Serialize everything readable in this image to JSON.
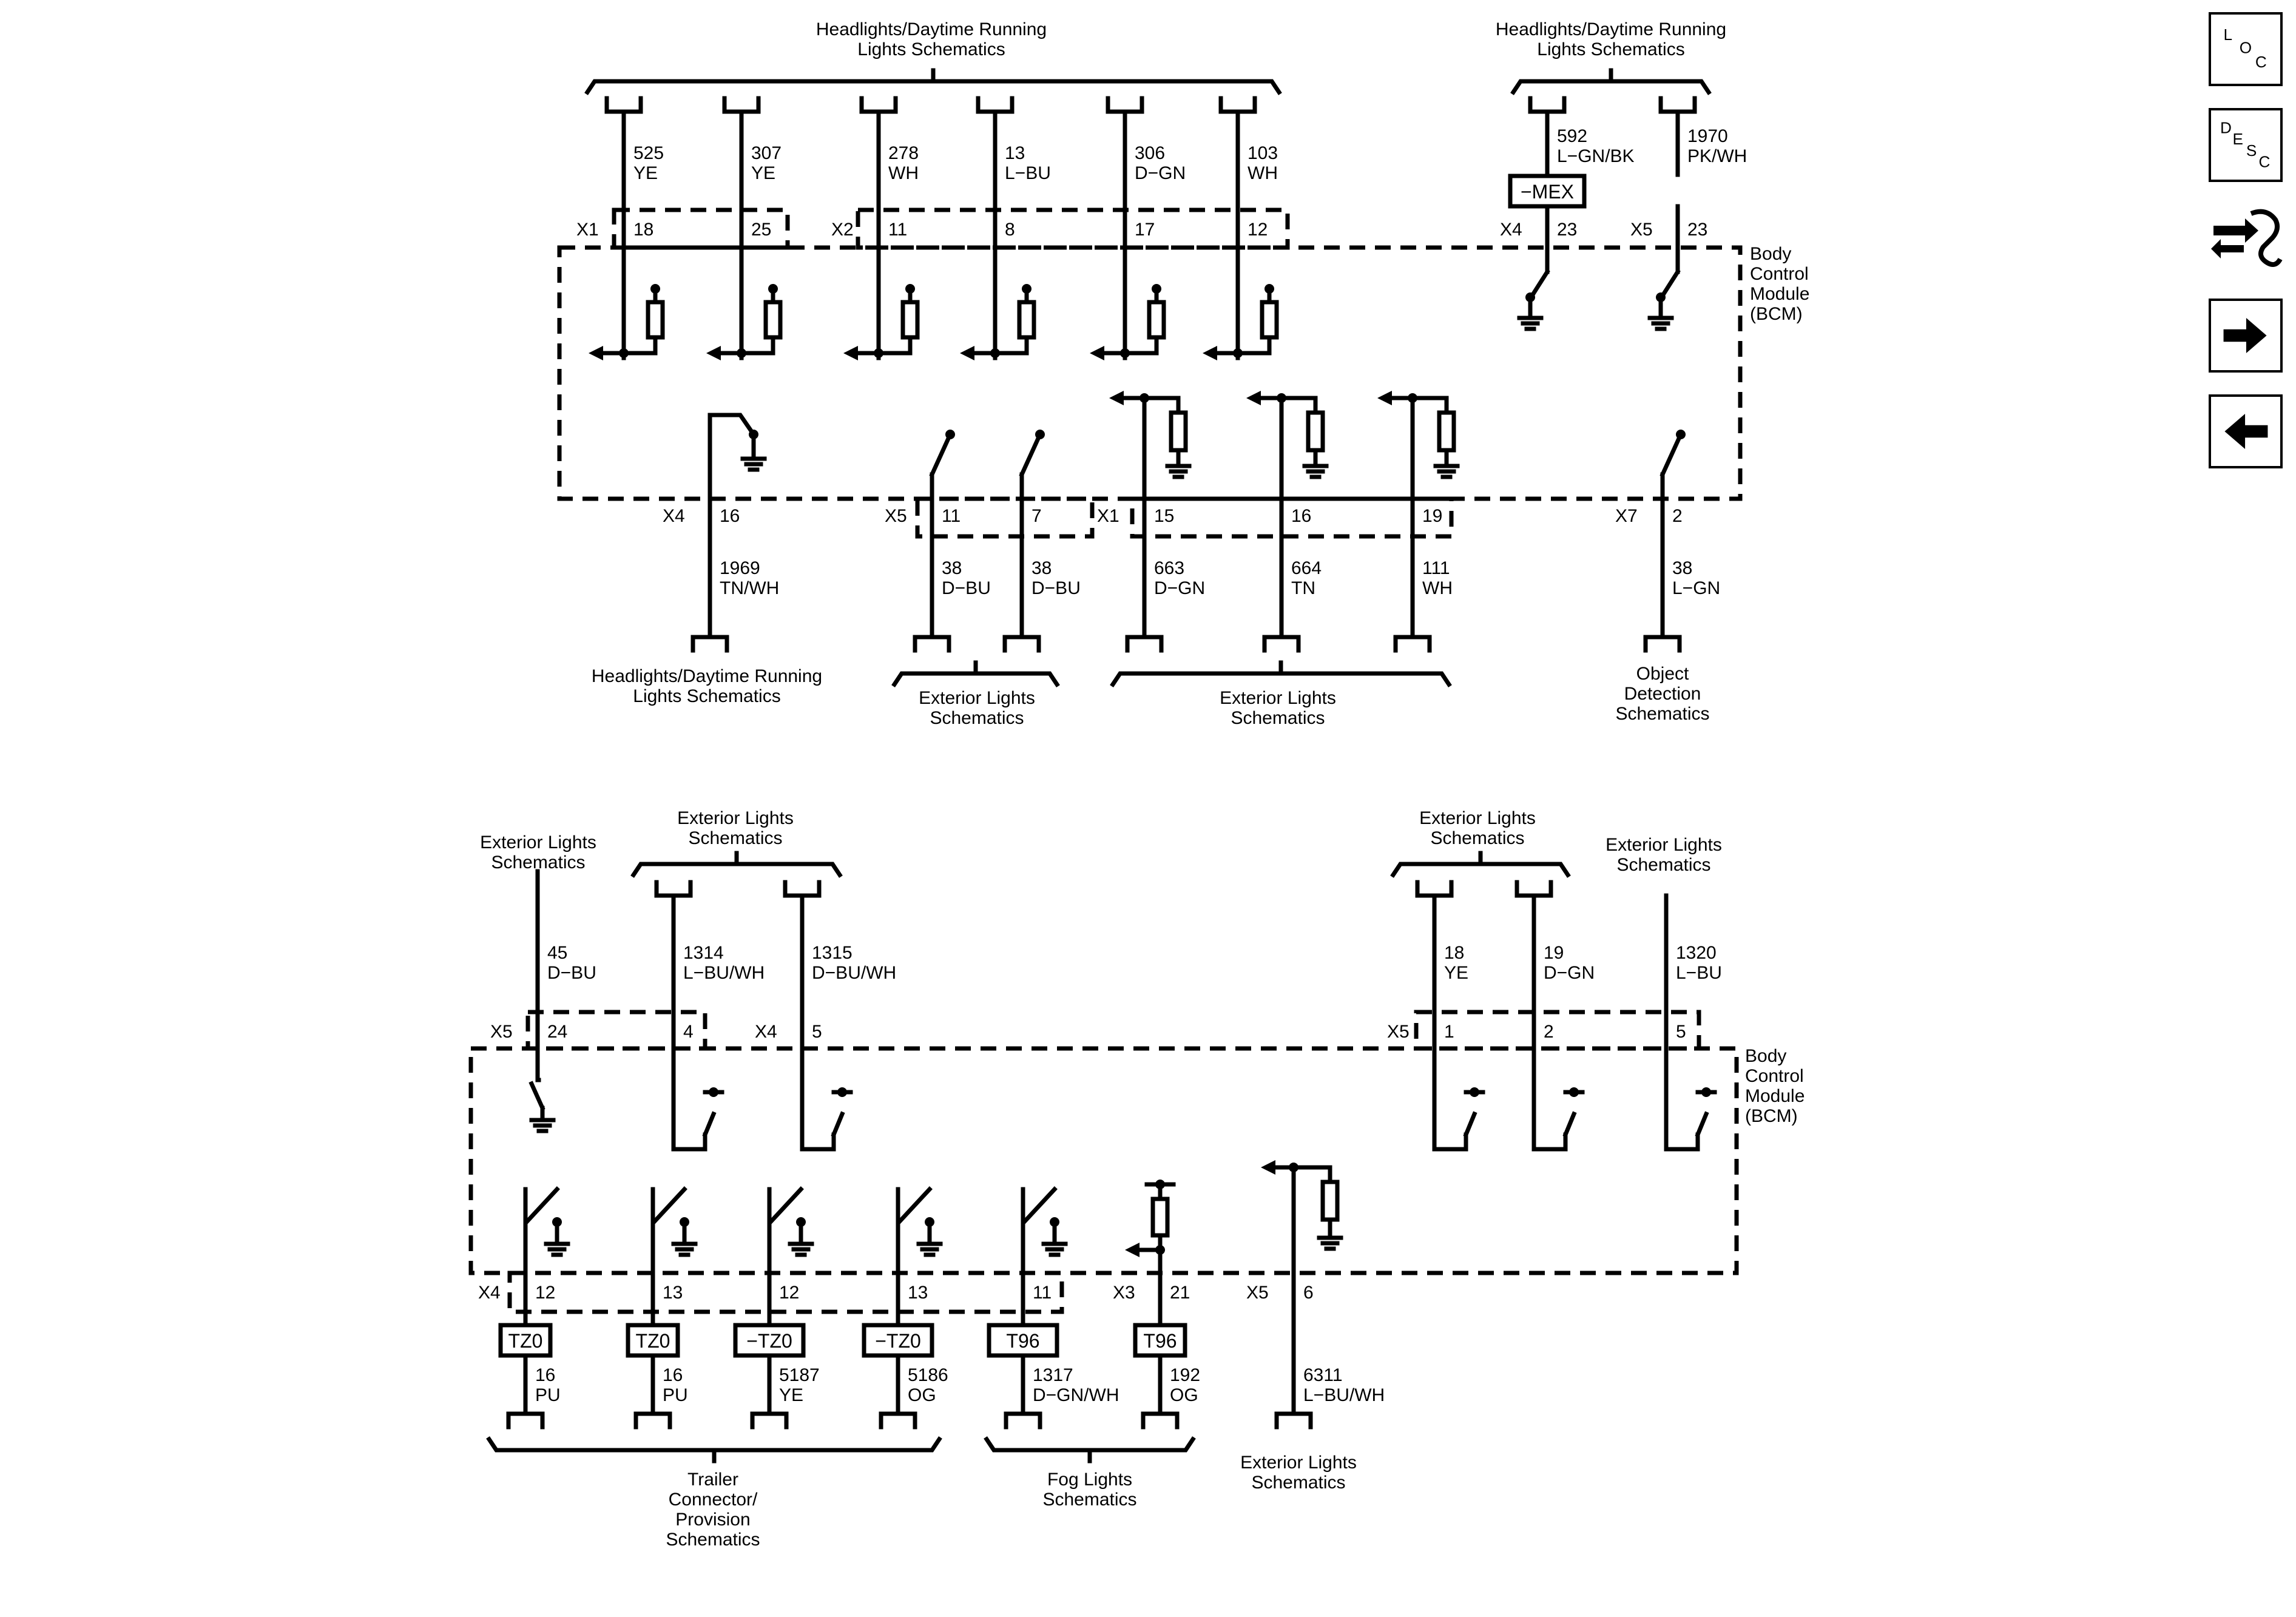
{
  "page": {
    "background": "#ffffff",
    "line_color": "#000000"
  },
  "nav": {
    "loc": [
      "L",
      "O",
      "C"
    ],
    "desc": [
      "D",
      "E",
      "S",
      "C"
    ],
    "icons": [
      "loc-icon",
      "desc-icon",
      "wrench-arrows-icon",
      "arrow-right-icon",
      "arrow-left-icon"
    ]
  },
  "module": {
    "label_lines": [
      "Body",
      "Control",
      "Module",
      "(BCM)"
    ]
  },
  "labels": {
    "hl_top_left": [
      "Headlights/Daytime Running",
      "Lights Schematics"
    ],
    "hl_top_right": [
      "Headlights/Daytime Running",
      "Lights Schematics"
    ],
    "hl_bottom": [
      "Headlights/Daytime Running",
      "Lights Schematics"
    ],
    "ext_bottom_a": [
      "Exterior Lights",
      "Schematics"
    ],
    "ext_bottom_b": [
      "Exterior Lights",
      "Schematics"
    ],
    "object_detection": [
      "Object",
      "Detection",
      "Schematics"
    ],
    "ext_top_45": [
      "Exterior Lights",
      "Schematics"
    ],
    "ext_top_1314": [
      "Exterior Lights",
      "Schematics"
    ],
    "ext_top_18": [
      "Exterior Lights",
      "Schematics"
    ],
    "ext_top_1320": [
      "Exterior Lights",
      "Schematics"
    ],
    "trailer": [
      "Trailer",
      "Connector/",
      "Provision",
      "Schematics"
    ],
    "fog": [
      "Fog Lights",
      "Schematics"
    ],
    "ext_bottom_6311": [
      "Exterior Lights",
      "Schematics"
    ]
  },
  "circuits": {
    "top": [
      {
        "circuit": "525",
        "color": "YE",
        "conn": "X1",
        "pin": "18"
      },
      {
        "circuit": "307",
        "color": "YE",
        "conn": "",
        "pin": "25"
      },
      {
        "circuit": "278",
        "color": "WH",
        "conn": "X2",
        "pin": "11"
      },
      {
        "circuit": "13",
        "color": "L−BU",
        "conn": "",
        "pin": "8"
      },
      {
        "circuit": "306",
        "color": "D−GN",
        "conn": "",
        "pin": "17"
      },
      {
        "circuit": "103",
        "color": "WH",
        "conn": "",
        "pin": "12"
      },
      {
        "circuit": "592",
        "color": "L−GN/BK",
        "conn": "X4",
        "pin": "23",
        "option": "−MEX"
      },
      {
        "circuit": "1970",
        "color": "PK/WH",
        "conn": "X5",
        "pin": "23"
      }
    ],
    "top_lower": [
      {
        "circuit": "1969",
        "color": "TN/WH",
        "conn": "X4",
        "pin": "16"
      },
      {
        "circuit": "38",
        "color": "D−BU",
        "conn": "X5",
        "pin": "11"
      },
      {
        "circuit": "38",
        "color": "D−BU",
        "conn": "",
        "pin": "7"
      },
      {
        "circuit": "663",
        "color": "D−GN",
        "conn": "X1",
        "pin": "15"
      },
      {
        "circuit": "664",
        "color": "TN",
        "conn": "",
        "pin": "16"
      },
      {
        "circuit": "111",
        "color": "WH",
        "conn": "",
        "pin": "19"
      },
      {
        "circuit": "38",
        "color": "L−GN",
        "conn": "X7",
        "pin": "2"
      }
    ],
    "bottom_upper": [
      {
        "circuit": "45",
        "color": "D−BU",
        "conn": "X5",
        "pin": "24"
      },
      {
        "circuit": "1314",
        "color": "L−BU/WH",
        "conn": "",
        "pin": "4"
      },
      {
        "circuit": "1315",
        "color": "D−BU/WH",
        "conn": "X4",
        "pin": "5"
      },
      {
        "circuit": "18",
        "color": "YE",
        "conn": "X5",
        "pin": "1"
      },
      {
        "circuit": "19",
        "color": "D−GN",
        "conn": "",
        "pin": "2"
      },
      {
        "circuit": "1320",
        "color": "L−BU",
        "conn": "",
        "pin": "5"
      }
    ],
    "bottom_lower": [
      {
        "circuit": "16",
        "color": "PU",
        "conn": "X4",
        "pin": "12",
        "option": "TZ0"
      },
      {
        "circuit": "16",
        "color": "PU",
        "conn": "",
        "pin": "13",
        "option": "TZ0"
      },
      {
        "circuit": "5187",
        "color": "YE",
        "conn": "",
        "pin": "12",
        "option": "−TZ0"
      },
      {
        "circuit": "5186",
        "color": "OG",
        "conn": "",
        "pin": "13",
        "option": "−TZ0"
      },
      {
        "circuit": "1317",
        "color": "D−GN/WH",
        "conn": "",
        "pin": "11",
        "option": "T96"
      },
      {
        "circuit": "192",
        "color": "OG",
        "conn": "X3",
        "pin": "21",
        "option": "T96"
      },
      {
        "circuit": "6311",
        "color": "L−BU/WH",
        "conn": "X5",
        "pin": "6"
      }
    ]
  }
}
